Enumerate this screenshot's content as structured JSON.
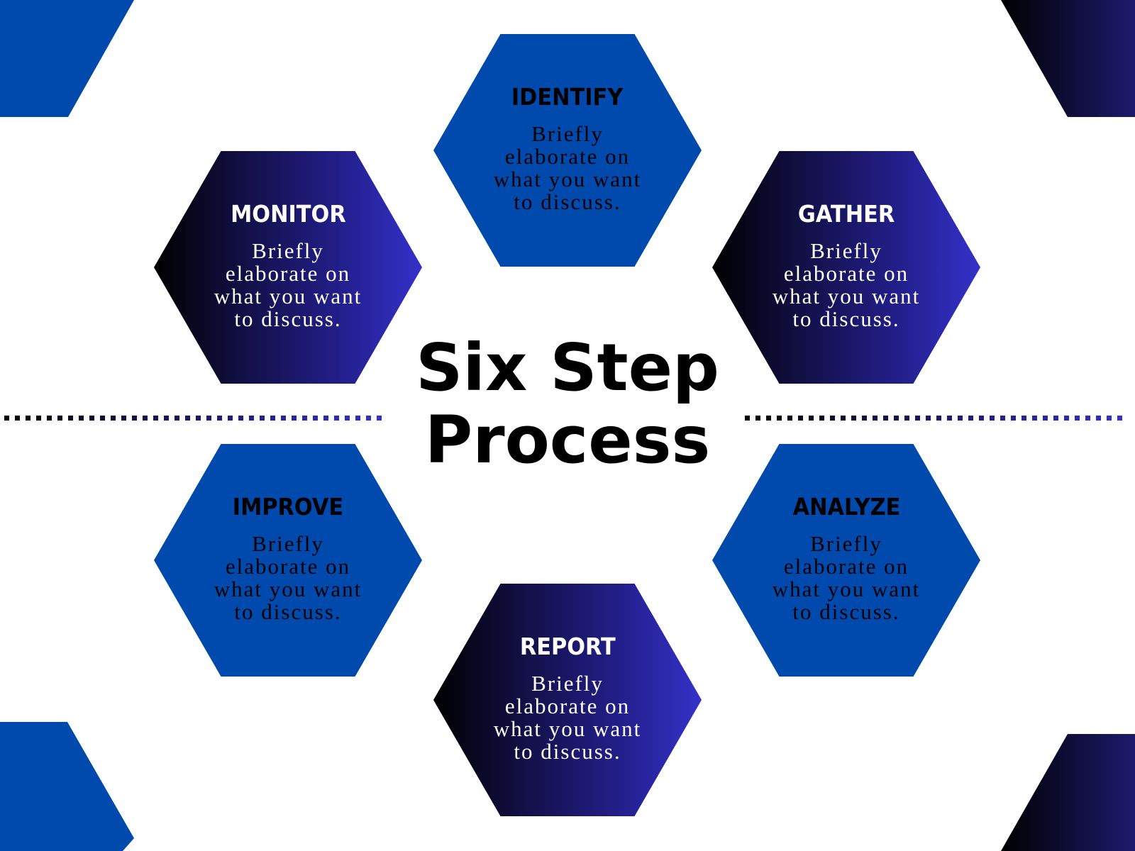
{
  "title": "Six Step\nProcess",
  "colors": {
    "blue": "#004aad",
    "gradient_start": "#000000",
    "gradient_end": "#3431c9"
  },
  "steps": [
    {
      "id": "identify",
      "title": "IDENTIFY",
      "body": "Briefly\nelaborate on\nwhat you want\nto discuss.",
      "style": "blue"
    },
    {
      "id": "gather",
      "title": "GATHER",
      "body": "Briefly\nelaborate on\nwhat you want\nto discuss.",
      "style": "gradient"
    },
    {
      "id": "analyze",
      "title": "ANALYZE",
      "body": "Briefly\nelaborate on\nwhat you want\nto discuss.",
      "style": "blue"
    },
    {
      "id": "report",
      "title": "REPORT",
      "body": "Briefly\nelaborate on\nwhat you want\nto discuss.",
      "style": "gradient"
    },
    {
      "id": "improve",
      "title": "IMPROVE",
      "body": "Briefly\nelaborate on\nwhat you want\nto discuss.",
      "style": "blue"
    },
    {
      "id": "monitor",
      "title": "MONITOR",
      "body": "Briefly\nelaborate on\nwhat you want\nto discuss.",
      "style": "gradient"
    }
  ]
}
